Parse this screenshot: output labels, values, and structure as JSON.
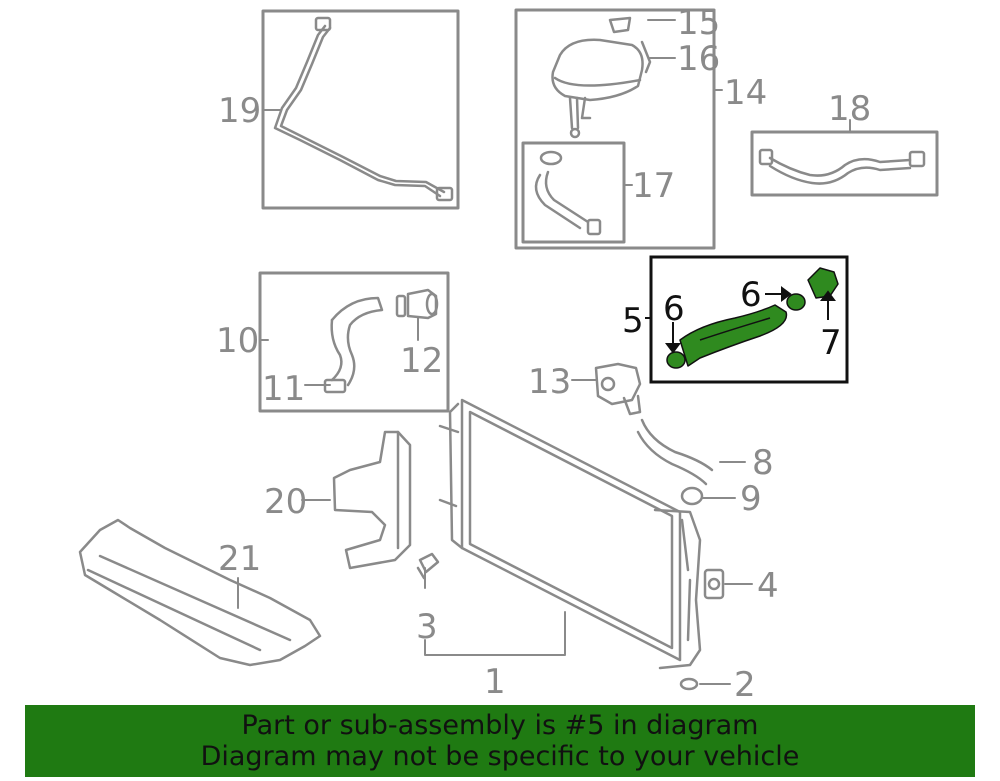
{
  "diagram": {
    "callouts": {
      "c1": "1",
      "c2": "2",
      "c3": "3",
      "c4": "4",
      "c5": "5",
      "c6a": "6",
      "c6b": "6",
      "c7": "7",
      "c8": "8",
      "c9": "9",
      "c10": "10",
      "c11": "11",
      "c12": "12",
      "c13": "13",
      "c14": "14",
      "c15": "15",
      "c16": "16",
      "c17": "17",
      "c18": "18",
      "c19": "19",
      "c20": "20",
      "c21": "21"
    },
    "colors": {
      "line": "#8a8a8a",
      "highlight_part": "#2f8a1f",
      "highlight_box": "#111111",
      "banner": "#1f7a12"
    },
    "highlighted_part": "5"
  },
  "banner": {
    "line1": "Part or sub-assembly is #5 in diagram",
    "line2": "Diagram may not be specific to your vehicle"
  }
}
